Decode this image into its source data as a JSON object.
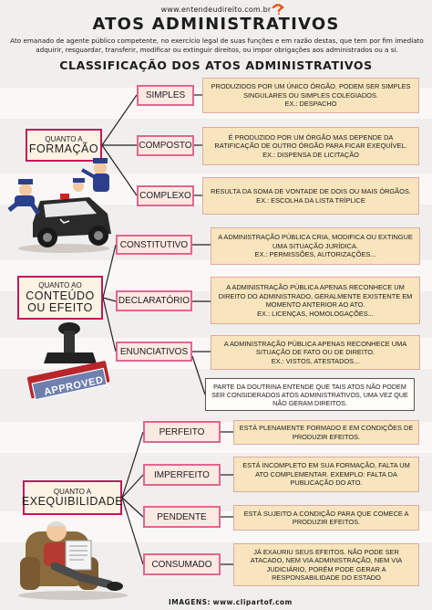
{
  "header": {
    "site": "www.entendeudireito.com.br",
    "title": "ATOS ADMINISTRATIVOS",
    "intro": "Ato emanado de agente público competente, no exercício legal de suas funções e em razão destas, que tem por fim imediato adquirir, resguardar, transferir, modificar ou extinguir direitos, ou impor obrigações aos administrados ou a si.",
    "subtitle": "CLASSIFICAÇÃO DOS ATOS ADMINISTRATIVOS"
  },
  "formacao": {
    "label_top": "QUANTO A",
    "label_main": "FORMAÇÃO",
    "items": [
      {
        "name": "SIMPLES",
        "desc": "PRODUZIDOS POR UM ÚNICO ÓRGÃO. PODEM SER SIMPLES SINGULARES OU SIMPLES COLEGIADOS.",
        "ex": "EX.: DESPACHO"
      },
      {
        "name": "COMPOSTO",
        "desc": "É PRODUZIDO POR UM ÓRGÃO MAS DEPENDE DA RATIFICAÇÃO DE OUTRO ÓRGÃO PARA FICAR EXEQUÍVEL.",
        "ex": "EX.: DISPENSA DE LICITAÇÃO"
      },
      {
        "name": "COMPLEXO",
        "desc": "RESULTA DA SOMA DE VONTADE DE DOIS OU MAIS ÓRGÃOS.",
        "ex": "EX.: ESCOLHA DA LISTA TRÍPLICE"
      }
    ]
  },
  "conteudo": {
    "label_top": "QUANTO AO",
    "label_main": "CONTEÚDO",
    "label_main2": "OU EFEITO",
    "items": [
      {
        "name": "CONSTITUTIVO",
        "desc": "A ADMINISTRAÇÃO PÚBLICA CRIA, MODIFICA OU EXTINGUE UMA SITUAÇÃO JURÍDICA.",
        "ex": "EX.: PERMISSÕES, AUTORIZAÇÕES..."
      },
      {
        "name": "DECLARATÓRIO",
        "desc": "A ADMINISTRAÇÃO PÚBLICA APENAS RECONHECE UM DIREITO DO ADMINISTRADO, GERALMENTE EXISTENTE EM MOMENTO ANTERIOR AO ATO.",
        "ex": "EX.: LICENÇAS, HOMOLOGAÇÕES..."
      },
      {
        "name": "ENUNCIATIVOS",
        "desc": "A ADMINISTRAÇÃO PÚBLICA APENAS RECONHECE UMA SITUAÇÃO DE FATO OU DE DIREITO.",
        "ex": "EX.: VISTOS, ATESTADOS..."
      }
    ],
    "note": "PARTE DA DOUTRINA ENTENDE QUE TAIS ATOS NÃO PODEM SER CONSIDERADOS ATOS ADMINISTRATIVOS, UMA VEZ QUE NÃO GERAM DIREITOS."
  },
  "exequibilidade": {
    "label_top": "QUANTO A",
    "label_main": "EXEQUIBILIDADE",
    "items": [
      {
        "name": "PERFEITO",
        "desc": "ESTÁ PLENAMENTE FORMADO E EM CONDIÇÕES DE PRODUZIR EFEITOS."
      },
      {
        "name": "IMPERFEITO",
        "desc": "ESTÁ INCOMPLETO EM SUA FORMAÇÃO, FALTA UM ATO COMPLEMENTAR. EXEMPLO: FALTA DA PUBLICAÇÃO DO ATO."
      },
      {
        "name": "PENDENTE",
        "desc": "ESTÁ SUJEITO A CONDIÇÃO PARA QUE COMECE A PRODUZIR EFEITOS."
      },
      {
        "name": "CONSUMADO",
        "desc": "JÁ EXAURIU SEUS EFEITOS. NÃO PODE SER ATACADO, NEM VIA ADMINISTRAÇÃO, NEM VIA JUDICIÁRIO, PORÉM PODE GERAR A RESPONSABILIDADE DO ESTADO"
      }
    ]
  },
  "stamp_text": "APPROVED",
  "footer": {
    "label": "IMAGENS:",
    "url": "www.clipartof.com"
  }
}
